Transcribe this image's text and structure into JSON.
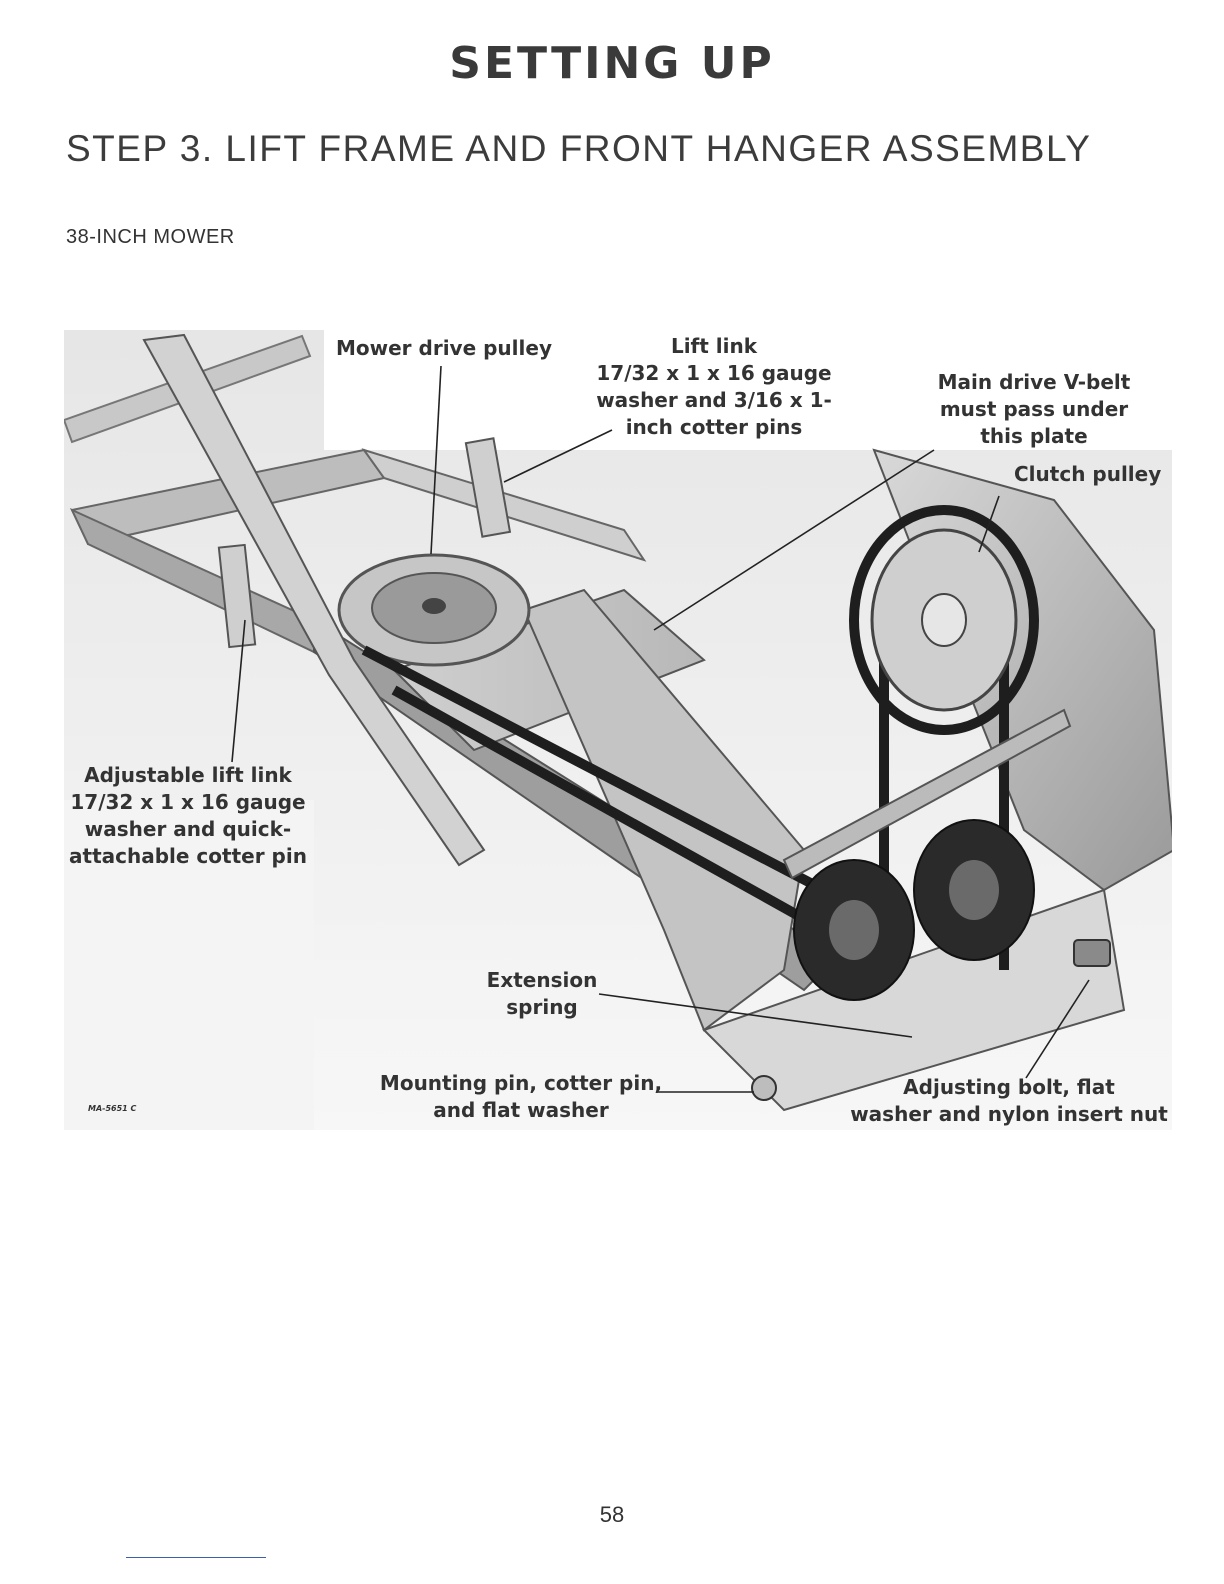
{
  "header": {
    "title": "SETTING UP",
    "step": "STEP 3.  LIFT FRAME AND FRONT HANGER ASSEMBLY",
    "model": "38-INCH MOWER"
  },
  "figure": {
    "ref_code": "MA-5651 C",
    "callouts": {
      "mower_drive_pulley": "Mower drive pulley",
      "lift_link": "Lift link\n17/32 x 1 x 16 gauge\nwasher and 3/16 x 1-\ninch cotter pins",
      "main_drive_belt": "Main drive V-belt\nmust pass under\nthis plate",
      "clutch_pulley": "Clutch pulley",
      "adjustable_lift_link": "Adjustable lift link\n17/32 x 1 x 16 gauge\nwasher and quick-\nattachable cotter pin",
      "extension_spring": "Extension\nspring",
      "mounting_pin": "Mounting pin, cotter pin,\nand flat washer",
      "adjusting_bolt": "Adjusting bolt, flat\nwasher and nylon insert nut"
    }
  },
  "footer": {
    "page_number": "58"
  }
}
